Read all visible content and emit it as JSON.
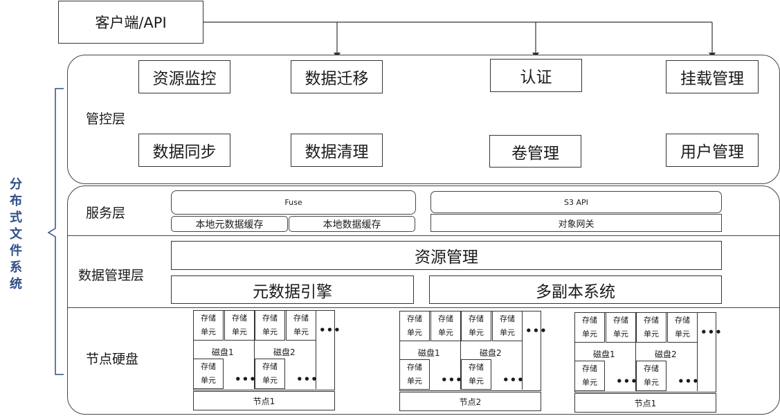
{
  "system_title": "分布式文件系统",
  "client": {
    "label": "客户端/API"
  },
  "control_layer": {
    "label": "管控层",
    "modules": [
      "资源监控",
      "数据迁移",
      "认证",
      "挂载管理",
      "数据同步",
      "数据清理",
      "卷管理",
      "用户管理"
    ]
  },
  "service_layer": {
    "label": "服务层",
    "fuse": "Fuse",
    "local_meta_cache": "本地元数据缓存",
    "local_data_cache": "本地数据缓存",
    "s3_api": "S3 API",
    "object_gateway": "对象网关"
  },
  "data_mgmt_layer": {
    "label": "数据管理层",
    "resource_mgmt": "资源管理",
    "metadata_engine": "元数据引擎",
    "replica_system": "多副本系统"
  },
  "node_disk_layer": {
    "label": "节点硬盘",
    "storage_unit_line1": "存储",
    "storage_unit_line2": "单元",
    "ellipsis": "•••",
    "disk1": "磁盘1",
    "disk2": "磁盘2",
    "nodes": [
      "节点1",
      "节点2",
      "节点1"
    ]
  }
}
